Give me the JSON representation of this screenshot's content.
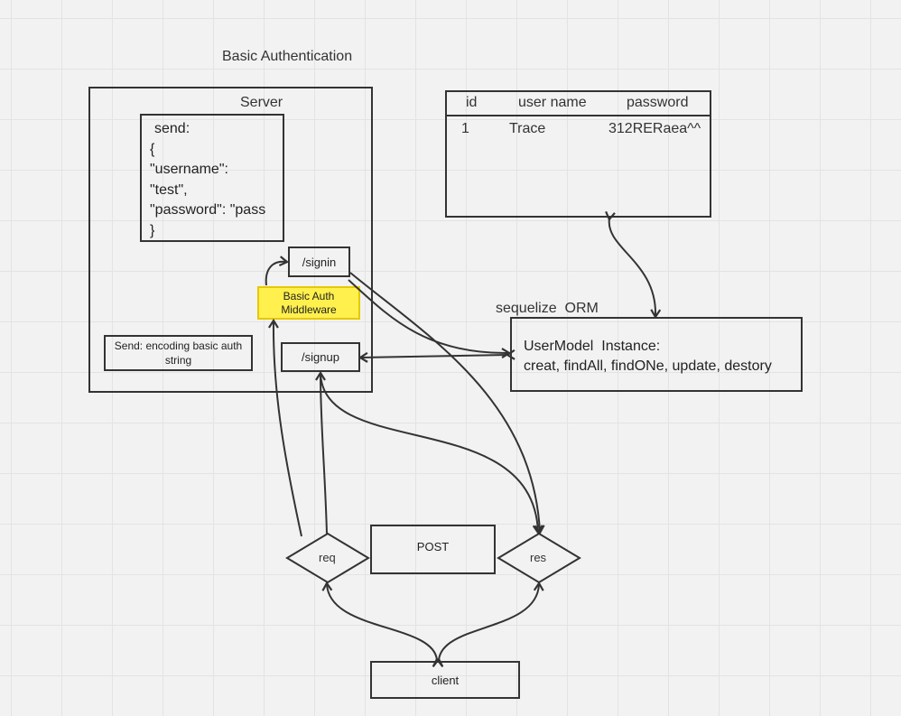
{
  "diagram": {
    "title": "Basic Authentication",
    "server": {
      "label": "Server",
      "send_box": {
        "line1": "send:",
        "line2": "{",
        "line3": "\"username\":",
        "line4": "\"test\",",
        "line5": "\"password\": \"pass",
        "line6": "}"
      },
      "signin": "/signin",
      "middleware_line1": "Basic Auth",
      "middleware_line2": "Middleware",
      "encoding_line1": "Send: encoding basic auth",
      "encoding_line2": "string",
      "signup": "/signup"
    },
    "db_table": {
      "headers": [
        "id",
        "user name",
        "password"
      ],
      "row": [
        "1",
        "Trace",
        "312RERaea^^"
      ]
    },
    "orm": {
      "label": "sequelize  ORM",
      "line1": "UserModel  Instance:",
      "line2": "creat, findAll, findONe, update, destory"
    },
    "req": "req",
    "post": "POST",
    "res": "res",
    "client": "client",
    "colors": {
      "middleware_fill": "#fff04d",
      "middleware_border": "#e6c800",
      "stroke": "#333333",
      "background": "#f2f2f2"
    }
  }
}
